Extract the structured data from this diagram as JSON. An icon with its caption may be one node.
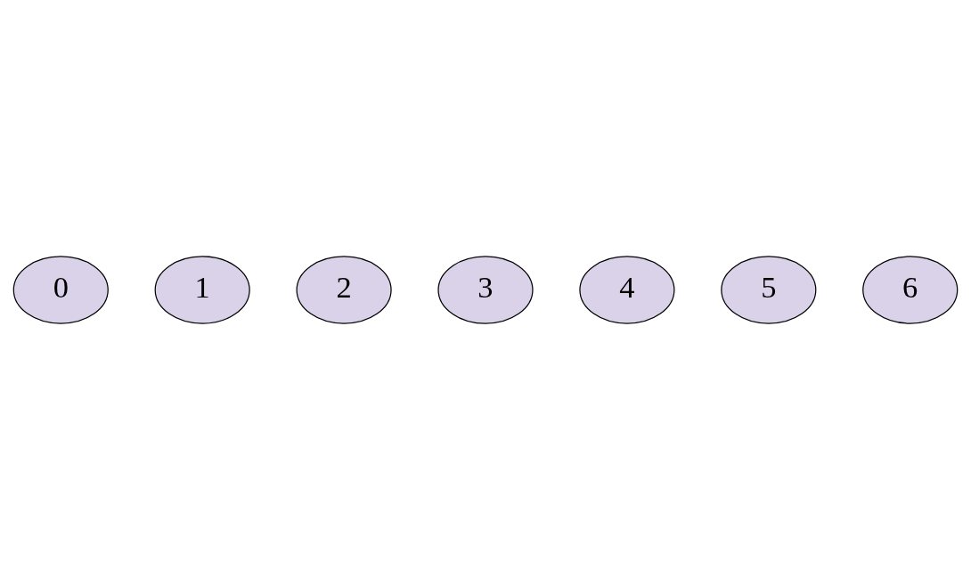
{
  "diagram": {
    "nodes": [
      {
        "text": [
          "0"
        ]
      },
      {
        "text": [
          "1"
        ]
      },
      {
        "text": [
          "2"
        ]
      },
      {
        "text": [
          "3"
        ]
      },
      {
        "text": [
          "4"
        ]
      },
      {
        "text": [
          "5"
        ]
      },
      {
        "text": [
          "6"
        ]
      }
    ]
  }
}
